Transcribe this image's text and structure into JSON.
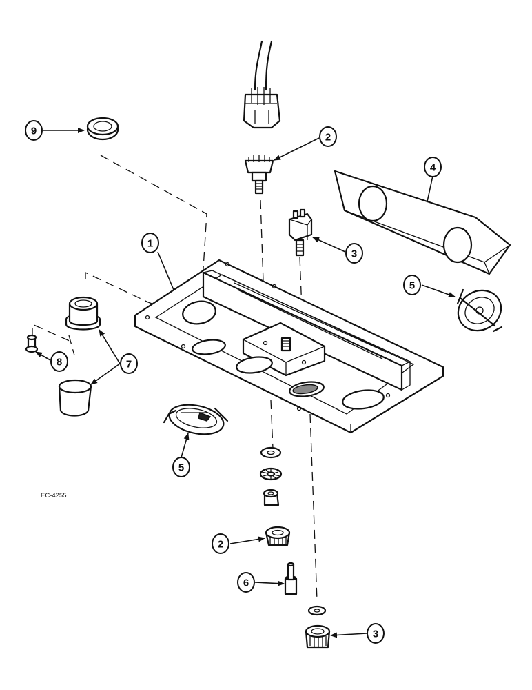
{
  "figure": {
    "reference_code": "EC-4255"
  },
  "callouts": [
    {
      "id": "c1",
      "number": "1"
    },
    {
      "id": "c2a",
      "number": "2"
    },
    {
      "id": "c2b",
      "number": "2"
    },
    {
      "id": "c3a",
      "number": "3"
    },
    {
      "id": "c3b",
      "number": "3"
    },
    {
      "id": "c4",
      "number": "4"
    },
    {
      "id": "c5a",
      "number": "5"
    },
    {
      "id": "c5b",
      "number": "5"
    },
    {
      "id": "c6",
      "number": "6"
    },
    {
      "id": "c7",
      "number": "7"
    },
    {
      "id": "c8",
      "number": "8"
    },
    {
      "id": "c9",
      "number": "9"
    }
  ]
}
